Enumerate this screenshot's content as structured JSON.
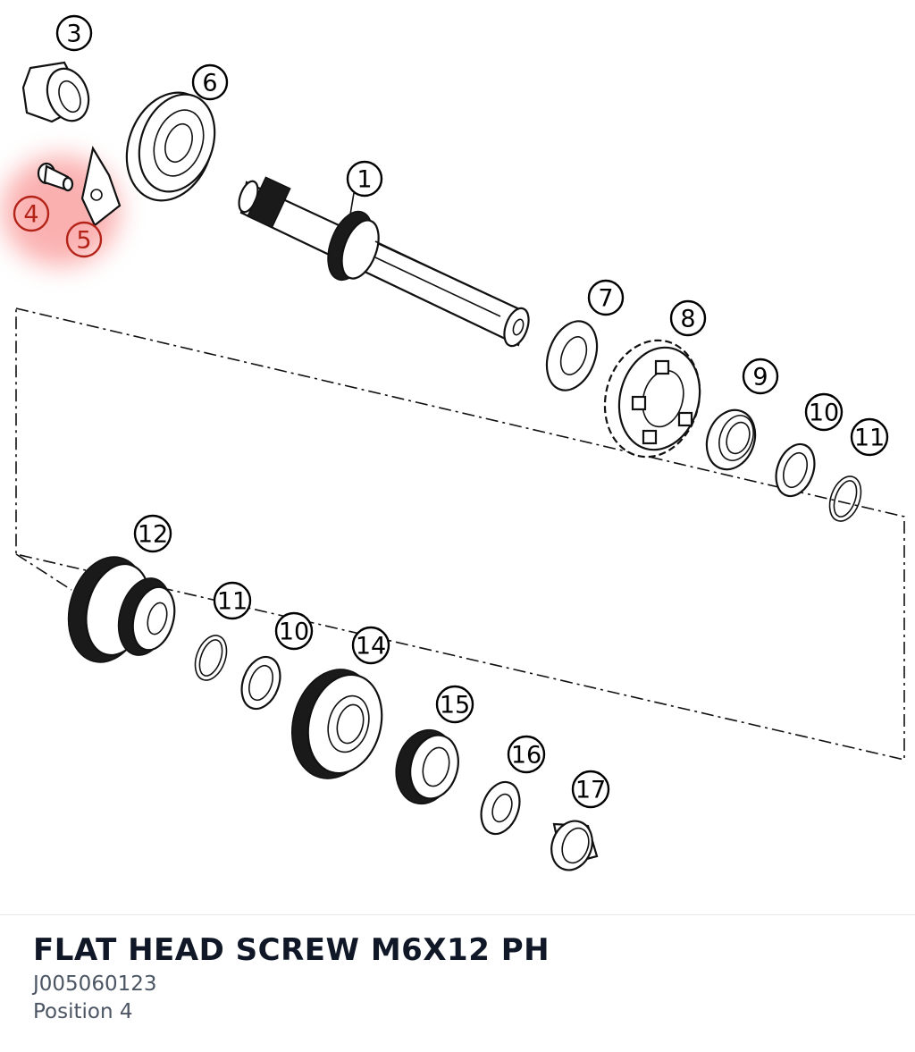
{
  "diagram": {
    "labels": [
      {
        "num": "3",
        "highlight": false
      },
      {
        "num": "6",
        "highlight": false
      },
      {
        "num": "1",
        "highlight": false
      },
      {
        "num": "4",
        "highlight": true
      },
      {
        "num": "5",
        "highlight": true
      },
      {
        "num": "7",
        "highlight": false
      },
      {
        "num": "8",
        "highlight": false
      },
      {
        "num": "9",
        "highlight": false
      },
      {
        "num": "10",
        "highlight": false
      },
      {
        "num": "11",
        "highlight": false
      },
      {
        "num": "12",
        "highlight": false
      },
      {
        "num": "11",
        "highlight": false
      },
      {
        "num": "10",
        "highlight": false
      },
      {
        "num": "14",
        "highlight": false
      },
      {
        "num": "15",
        "highlight": false
      },
      {
        "num": "16",
        "highlight": false
      },
      {
        "num": "17",
        "highlight": false
      }
    ],
    "highlight_color": "#f87171"
  },
  "part": {
    "title": "FLAT HEAD SCREW M6X12 PH",
    "number": "J005060123",
    "position": "Position 4"
  }
}
